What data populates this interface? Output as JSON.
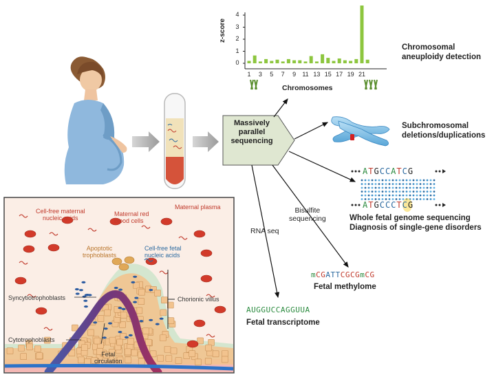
{
  "chart_data": {
    "type": "bar",
    "ylabel": "z-score",
    "xlabel": "Chromosomes",
    "yticks": [
      0,
      1,
      2,
      3,
      4
    ],
    "ylim": [
      -0.4,
      4.8
    ],
    "categories": [
      1,
      2,
      3,
      4,
      5,
      6,
      7,
      8,
      9,
      10,
      11,
      12,
      13,
      14,
      15,
      16,
      17,
      18,
      19,
      20,
      21,
      22
    ],
    "xtick_labels": [
      "1",
      "3",
      "5",
      "7",
      "9",
      "11",
      "13",
      "15",
      "17",
      "19",
      "21"
    ],
    "values": [
      0.2,
      0.65,
      0.15,
      0.35,
      0.2,
      0.3,
      0.15,
      0.35,
      0.25,
      0.25,
      0.15,
      0.6,
      0.15,
      0.75,
      0.45,
      0.2,
      0.4,
      0.25,
      0.2,
      0.35,
      4.8,
      0.3
    ],
    "color": "#8dc63f"
  },
  "labels": {
    "aneuploidy": [
      "Chromosomal",
      "aneuploidy detection"
    ],
    "subchrom": [
      "Subchromosomal",
      "deletions/duplications"
    ],
    "wgs": [
      "Whole fetal genome sequencing",
      "Diagnosis of single-gene disorders"
    ],
    "methylome": "Fetal methylome",
    "transcriptome": "Fetal transcriptome",
    "mps": [
      "Massively",
      "parallel",
      "sequencing"
    ],
    "rna_seq": "RNA seq",
    "bisulfite": [
      "Bisulfite",
      "sequencing"
    ]
  },
  "sequences": {
    "dna_top": [
      "A",
      "T",
      "G",
      "C",
      "C",
      "A",
      "T",
      "C",
      "G"
    ],
    "dna_bottom": [
      "A",
      "T",
      "G",
      "C",
      "C",
      "C",
      "T",
      "C",
      "G"
    ],
    "methyl": "mCGATTCGCGmCG",
    "rna": "AUGGUCCAGGUUA"
  },
  "inset": {
    "maternal_plasma": "Maternal plasma",
    "cf_maternal": [
      "Cell-free maternal",
      "nucleic acids"
    ],
    "maternal_rbc": [
      "Maternal red",
      "blood cells"
    ],
    "apoptotic": [
      "Apoptotic",
      "trophoblasts"
    ],
    "cf_fetal": [
      "Cell-free fetal",
      "nucleic acids"
    ],
    "chorionic": "Chorionic villus",
    "syncytio": "Syncytiotrophoblasts",
    "cyto": "Cytotrophoblasts",
    "fetal_circ": [
      "Fetal",
      "circulation"
    ]
  },
  "colors": {
    "bar": "#8dc63f",
    "mps_box": "#dfe7d1",
    "blood": "#d23a2a",
    "plasma": "#f1e2ba",
    "inset_bg": "#fbeee6",
    "villus": "#d4e6cf",
    "cell": "#f2c38e",
    "methyl_green": "#2a8a3e",
    "methyl_red": "#c0392b"
  },
  "icons": [
    "pregnant-woman-illustration",
    "blood-tube-icon",
    "chromosome-icon",
    "placenta-cross-section"
  ]
}
